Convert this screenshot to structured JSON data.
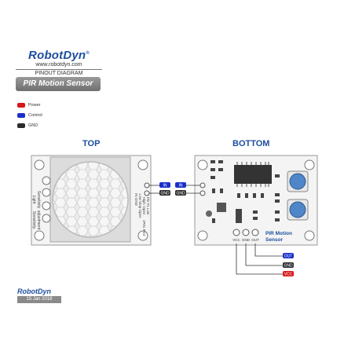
{
  "header": {
    "logo": "RobotDyn",
    "url": "www.robotdyn.com",
    "subtitle": "PINOUT DIAGRAM",
    "product": "PIR Motion Sensor"
  },
  "legend": [
    {
      "label": "Power",
      "color": "#d8161b"
    },
    {
      "label": "Control",
      "color": "#1a2fc9"
    },
    {
      "label": "GND",
      "color": "#2b2b2b"
    }
  ],
  "views": {
    "top_title": "TOP",
    "bottom_title": "BOTTOM"
  },
  "top_board": {
    "pin_tag_in": "IN",
    "pin_tag_gnd": "GND",
    "side_text_1": "Light",
    "side_text_2": "Sensitivity",
    "side_text_3": "Sensitivity",
    "side_text_4": "adjustment",
    "silk_1": "IN GND",
    "silk_2": "Low Stop Open",
    "silk_3": "High: Open",
    "silk_4": "Pin #1 Low",
    "silk_5": "JP01 Red"
  },
  "bottom_board": {
    "pin_tag_in": "IN",
    "pin_tag_gnd": "GND",
    "label_line1": "PIR Motion",
    "label_line2": "Sensor",
    "pins": [
      "VCC",
      "GND",
      "OUT"
    ],
    "out_tags": [
      {
        "label": "OUT",
        "color": "#1a2fc9"
      },
      {
        "label": "GND",
        "color": "#2b2b2b"
      },
      {
        "label": "VCC",
        "color": "#d8161b"
      }
    ]
  },
  "footer": {
    "logo": "RobotDyn",
    "date": "15 Jan 2018"
  }
}
